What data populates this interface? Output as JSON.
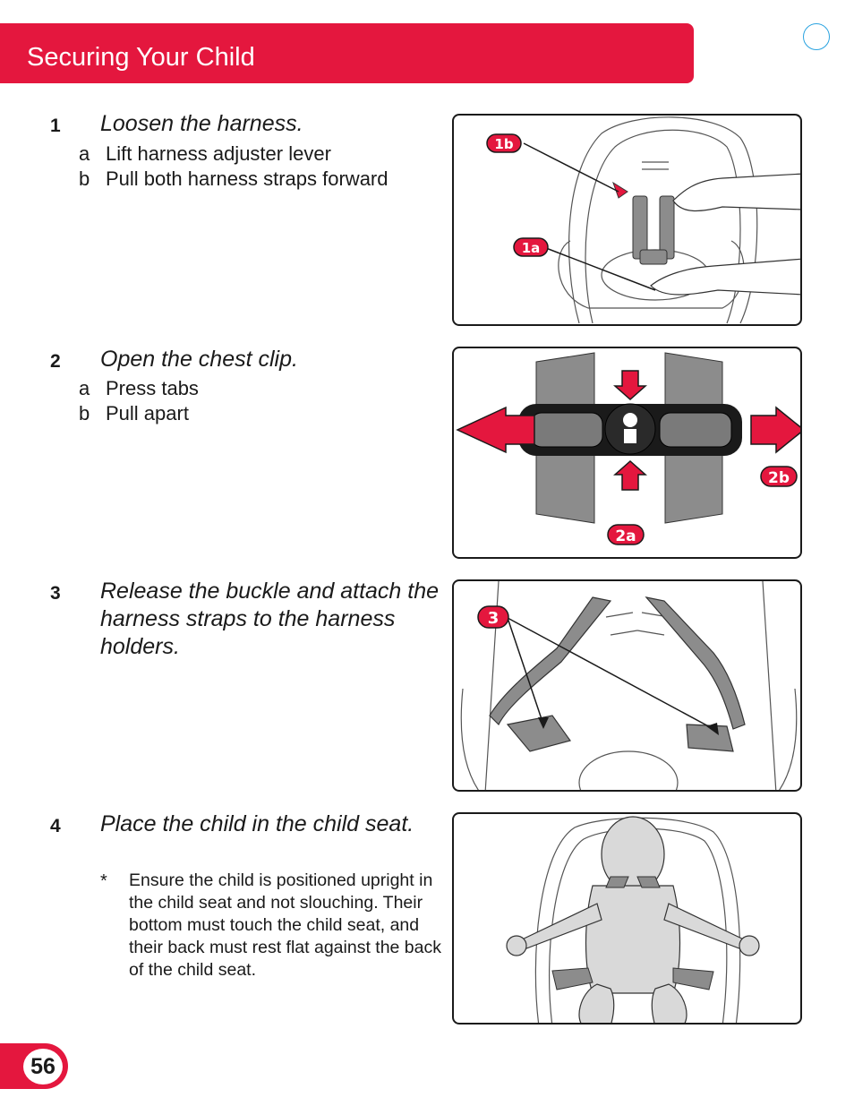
{
  "header": {
    "title": "Securing Your Child"
  },
  "steps": [
    {
      "number": "1",
      "title": "Loosen the harness.",
      "items": [
        {
          "letter": "a",
          "text": "Lift harness adjuster lever"
        },
        {
          "letter": "b",
          "text": "Pull both harness straps forward"
        }
      ]
    },
    {
      "number": "2",
      "title": "Open the chest clip.",
      "items": [
        {
          "letter": "a",
          "text": "Press tabs"
        },
        {
          "letter": "b",
          "text": "Pull apart"
        }
      ]
    },
    {
      "number": "3",
      "title": "Release the buckle and attach the harness straps to the harness holders."
    },
    {
      "number": "4",
      "title": "Place the child in the child seat.",
      "note": {
        "marker": "*",
        "text": "Ensure the child is positioned upright in the child seat and not slouching. Their bottom must touch the child seat, and their back must rest flat against the back of the child seat."
      }
    }
  ],
  "figures": {
    "fig1": {
      "labels": [
        "1b",
        "1a"
      ]
    },
    "fig2": {
      "labels": [
        "2b",
        "2a"
      ]
    },
    "fig3": {
      "labels": [
        "3"
      ]
    }
  },
  "footer": {
    "page_number": "56"
  },
  "colors": {
    "brand_red": "#e4173e",
    "outline": "#1a1a1a",
    "strap_gray": "#8c8c8c",
    "accent_blue": "#2aa3e0"
  }
}
